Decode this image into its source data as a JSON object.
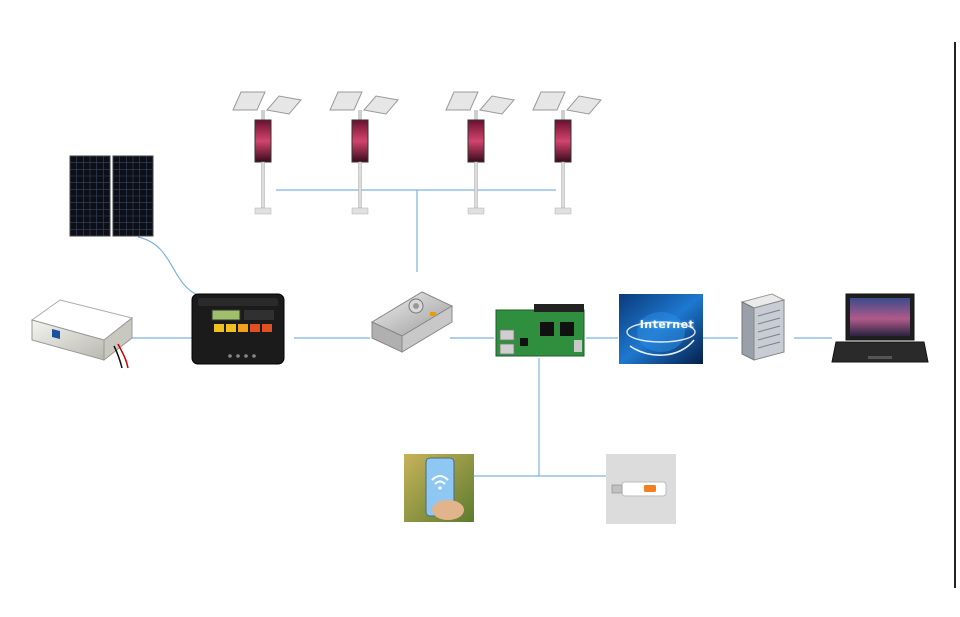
{
  "diagram": {
    "nodes": {
      "solar_panel": {
        "name": "solar-panel"
      },
      "battery": {
        "name": "battery-box"
      },
      "charge_controller": {
        "name": "solar-charge-controller"
      },
      "power_supply": {
        "name": "power-supply"
      },
      "control_card": {
        "name": "led-control-card"
      },
      "internet": {
        "name": "internet",
        "label": "Internet"
      },
      "server": {
        "name": "server"
      },
      "laptop": {
        "name": "laptop"
      },
      "phone_wifi": {
        "name": "phone-wifi"
      },
      "usb_4g": {
        "name": "usb-4g-dongle"
      },
      "screens": [
        "street-screen-1",
        "street-screen-2",
        "street-screen-3",
        "street-screen-4"
      ]
    },
    "colors": {
      "connector": "#7db3e0",
      "panel": "#111111",
      "accent_green": "#2f8f3f",
      "screen_magenta": "#c0306a"
    }
  }
}
